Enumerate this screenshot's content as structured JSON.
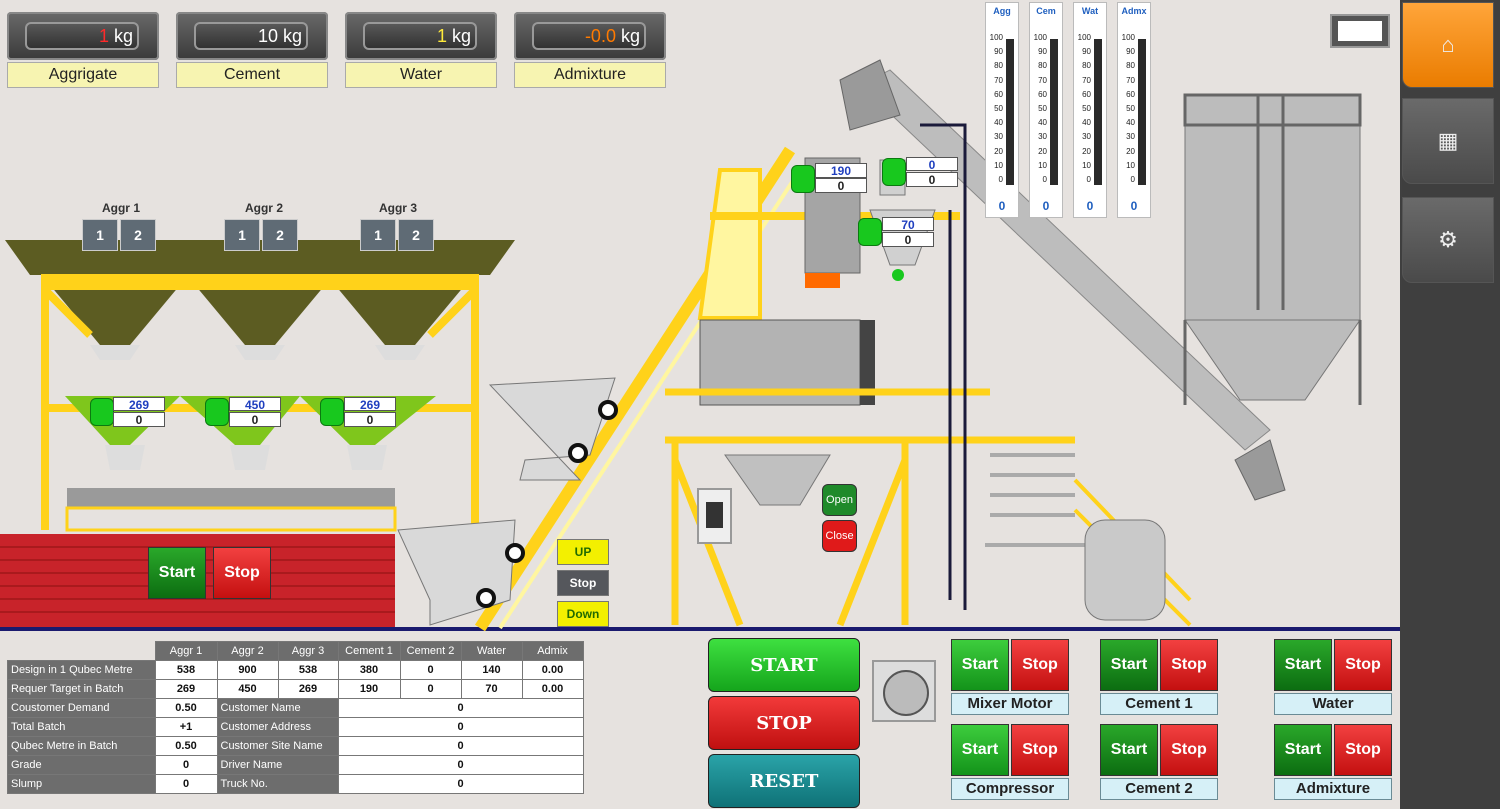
{
  "weights": [
    {
      "value": "1",
      "value_color": "#ff2a2a",
      "unit": "kg",
      "name": "Aggrigate"
    },
    {
      "value": "10",
      "value_color": "#ffffff",
      "unit": "kg",
      "name": "Cement"
    },
    {
      "value": "1",
      "value_color": "#ffea3a",
      "unit": "kg",
      "name": "Water"
    },
    {
      "value": "-0.0",
      "value_color": "#ff7a00",
      "unit": "kg",
      "name": "Admixture"
    }
  ],
  "gauges": [
    {
      "title": "Agg",
      "value": "0"
    },
    {
      "title": "Cem",
      "value": "0"
    },
    {
      "title": "Wat",
      "value": "0"
    },
    {
      "title": "Admx",
      "value": "0"
    }
  ],
  "gauge_ticks": [
    "100",
    "90",
    "80",
    "70",
    "60",
    "50",
    "40",
    "30",
    "20",
    "10",
    "0"
  ],
  "aggr_bins": [
    {
      "name": "Aggr 1",
      "btn1": "1",
      "btn2": "2",
      "target": "269",
      "actual": "0"
    },
    {
      "name": "Aggr 2",
      "btn1": "1",
      "btn2": "2",
      "target": "450",
      "actual": "0"
    },
    {
      "name": "Aggr 3",
      "btn1": "1",
      "btn2": "2",
      "target": "269",
      "actual": "0"
    }
  ],
  "cement_hopper": {
    "target": "190",
    "actual": "0"
  },
  "water_hopper": {
    "target": "0",
    "actual": "0"
  },
  "admix_hopper": {
    "target": "70",
    "actual": "0"
  },
  "conveyor": {
    "start": "Start",
    "stop": "Stop"
  },
  "skip": {
    "up": "UP",
    "stop": "Stop",
    "down": "Down"
  },
  "valve": {
    "open": "Open",
    "close": "Close"
  },
  "main_controls": {
    "start": "START",
    "stop": "STOP",
    "reset": "RESET"
  },
  "motors": [
    {
      "name": "Mixer Motor",
      "start": "Start",
      "stop": "Stop"
    },
    {
      "name": "Cement 1",
      "start": "Start",
      "stop": "Stop"
    },
    {
      "name": "Water",
      "start": "Start",
      "stop": "Stop"
    },
    {
      "name": "Compressor",
      "start": "Start",
      "stop": "Stop"
    },
    {
      "name": "Cement 2",
      "start": "Start",
      "stop": "Stop"
    },
    {
      "name": "Admixture",
      "start": "Start",
      "stop": "Stop"
    }
  ],
  "table": {
    "headers": [
      "Aggr 1",
      "Aggr 2",
      "Aggr 3",
      "Cement 1",
      "Cement 2",
      "Water",
      "Admix"
    ],
    "design_label": "Design in 1 Qubec Metre",
    "design": [
      "538",
      "900",
      "538",
      "380",
      "0",
      "140",
      "0.00"
    ],
    "target_label": "Requer Target in Batch",
    "target": [
      "269",
      "450",
      "269",
      "190",
      "0",
      "70",
      "0.00"
    ],
    "rows": [
      {
        "label": "Coustomer Demand",
        "value": "0.50",
        "field": "Customer Name",
        "field_value": "0"
      },
      {
        "label": "Total Batch",
        "value": "+1",
        "field": "Customer Address",
        "field_value": "0"
      },
      {
        "label": "Qubec Metre in Batch",
        "value": "0.50",
        "field": "Customer Site Name",
        "field_value": "0"
      },
      {
        "label": "Grade",
        "value": "0",
        "field": "Driver Name",
        "field_value": "0"
      },
      {
        "label": "Slump",
        "value": "0",
        "field": "Truck No.",
        "field_value": "0"
      }
    ]
  },
  "nav": [
    {
      "icon": "home-icon",
      "glyph": "⌂"
    },
    {
      "icon": "grid-icon",
      "glyph": "▦"
    },
    {
      "icon": "gear-icon",
      "glyph": "⚙"
    }
  ]
}
